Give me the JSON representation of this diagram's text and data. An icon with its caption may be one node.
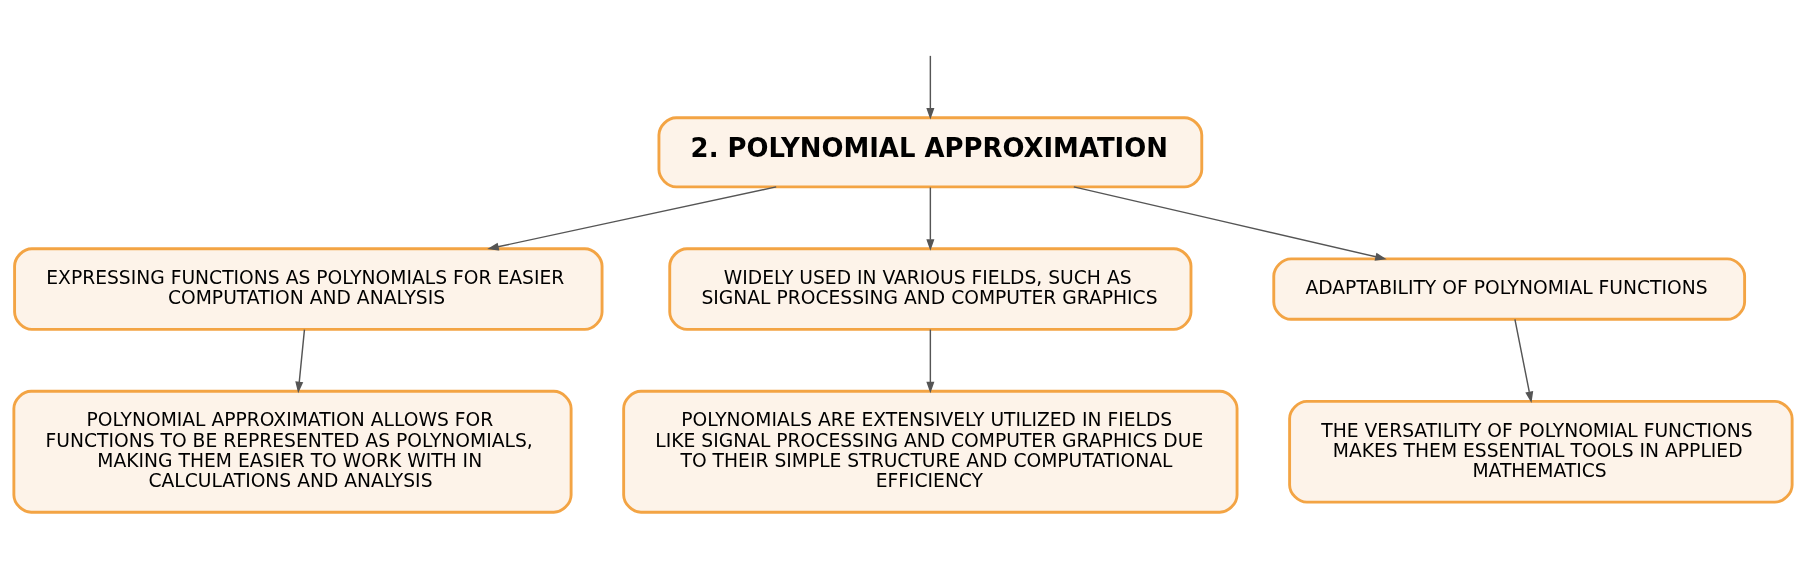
{
  "diagram": {
    "nodes": [
      {
        "text": [
          "2. POLYNOMIAL APPROXIMATION"
        ]
      },
      {
        "text": [
          "EXPRESSING FUNCTIONS AS POLYNOMIALS FOR EASIER COMPUTATION AND ANALYSIS"
        ]
      },
      {
        "text": [
          "WIDELY USED IN VARIOUS FIELDS, SUCH AS SIGNAL PROCESSING AND COMPUTER GRAPHICS"
        ]
      },
      {
        "text": [
          "ADAPTABILITY OF POLYNOMIAL FUNCTIONS"
        ]
      },
      {
        "text": [
          "POLYNOMIAL APPROXIMATION ALLOWS FOR FUNCTIONS TO BE REPRESENTED AS POLYNOMIALS, MAKING THEM EASIER TO WORK WITH IN CALCULATIONS AND ANALYSIS"
        ]
      },
      {
        "text": [
          "POLYNOMIALS ARE EXTENSIVELY UTILIZED IN FIELDS LIKE SIGNAL PROCESSING AND COMPUTER GRAPHICS DUE TO THEIR SIMPLE STRUCTURE AND COMPUTATIONAL EFFICIENCY"
        ]
      },
      {
        "text": [
          "THE VERSATILITY OF POLYNOMIAL FUNCTIONS MAKES THEM ESSENTIAL TOOLS IN APPLIED MATHEMATICS"
        ]
      }
    ],
    "edges": [
      {
        "from": null,
        "to": 0,
        "arrow": "to"
      },
      {
        "from": 0,
        "to": 1,
        "arrow": "to"
      },
      {
        "from": 0,
        "to": 2,
        "arrow": "to"
      },
      {
        "from": 0,
        "to": 3,
        "arrow": "to"
      },
      {
        "from": 1,
        "to": 4,
        "arrow": "to"
      },
      {
        "from": 2,
        "to": 5,
        "arrow": "to"
      },
      {
        "from": 3,
        "to": 6,
        "arrow": "to"
      }
    ]
  }
}
